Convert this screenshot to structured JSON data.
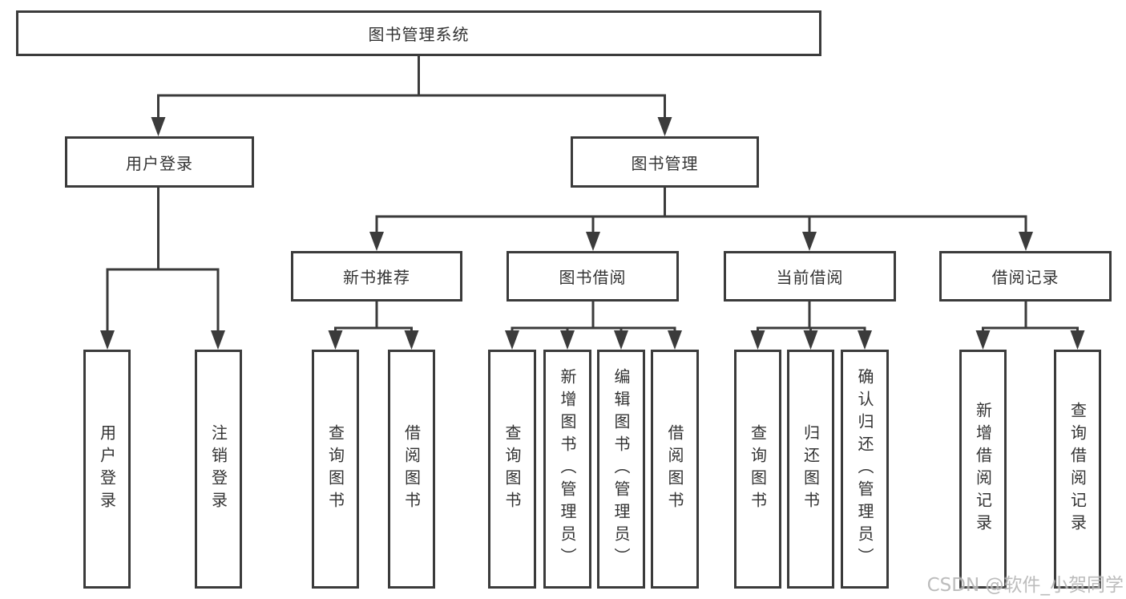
{
  "tree": {
    "root": {
      "label": "图书管理系统"
    },
    "branches": [
      {
        "label": "用户登录",
        "children": [
          "用户登录",
          "注销登录"
        ]
      },
      {
        "label": "图书管理",
        "sections": [
          {
            "label": "新书推荐",
            "children": [
              "查询图书",
              "借阅图书"
            ]
          },
          {
            "label": "图书借阅",
            "children": [
              "查询图书",
              "新增图书（管理员）",
              "编辑图书（管理员）",
              "借阅图书"
            ]
          },
          {
            "label": "当前借阅",
            "children": [
              "查询图书",
              "归还图书",
              "确认归还（管理员）"
            ]
          },
          {
            "label": "借阅记录",
            "children": [
              "新增借阅记录",
              "查询借阅记录"
            ]
          }
        ]
      }
    ]
  },
  "watermark": "CSDN @软件_小贺同学",
  "colors": {
    "line": "#3b3b3b",
    "text": "#333333",
    "box_background": "#ffffff",
    "watermark": "#b5b5b5"
  }
}
